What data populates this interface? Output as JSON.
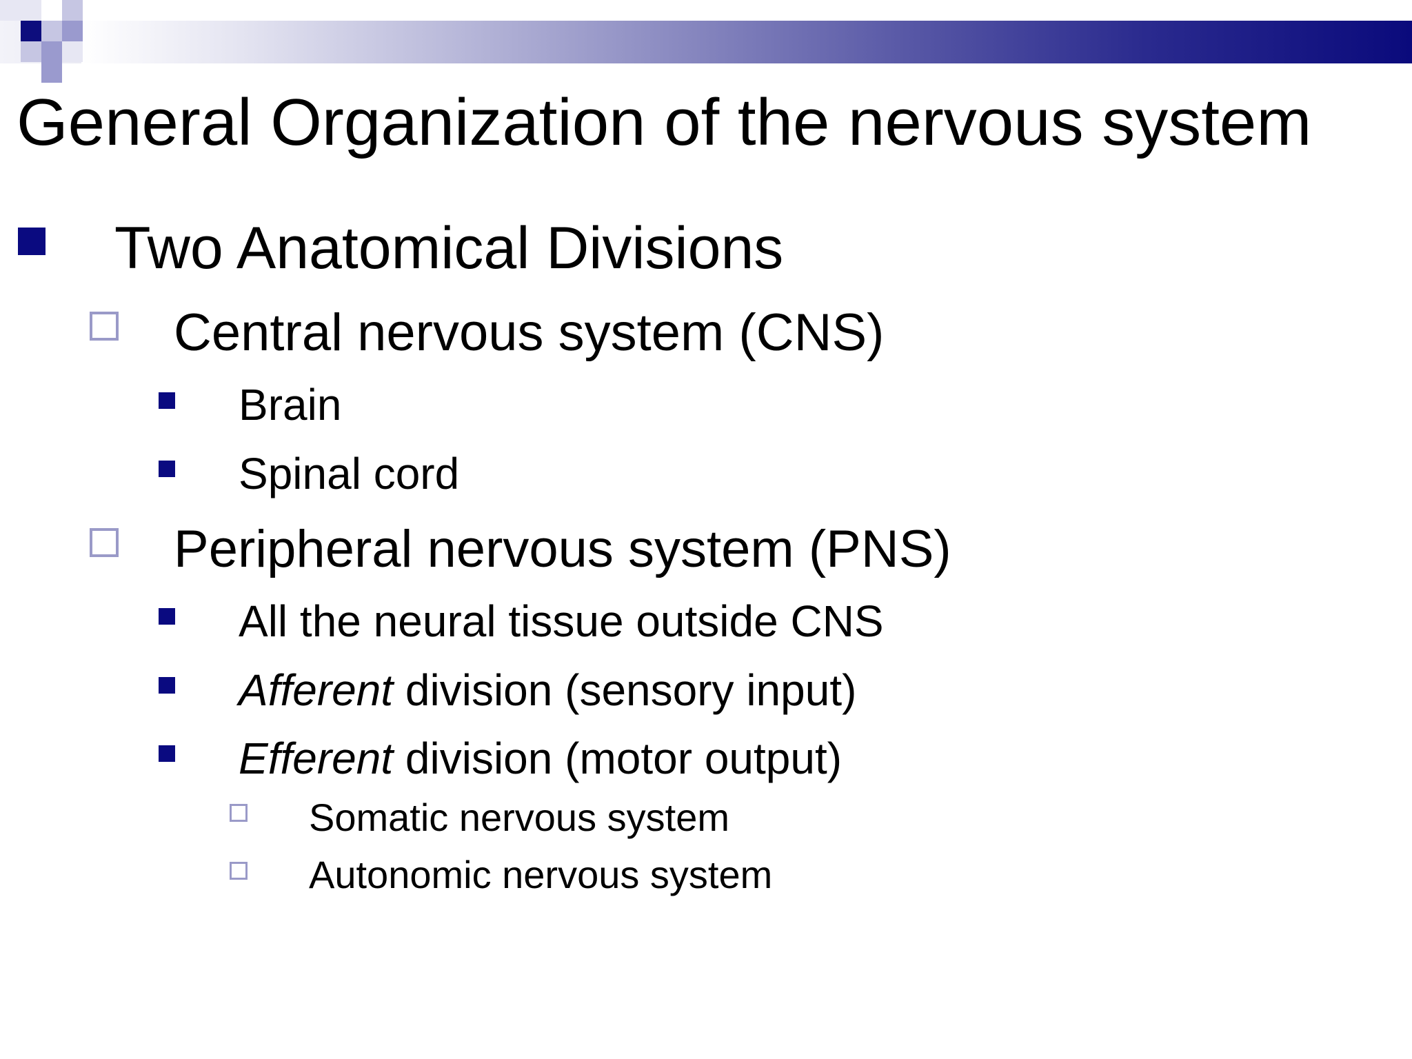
{
  "slide": {
    "title": "General Organization of the nervous system",
    "outline": [
      {
        "level": 1,
        "bullet": "filled-square",
        "text": "Two Anatomical Divisions"
      },
      {
        "level": 2,
        "bullet": "hollow-square",
        "text": "Central nervous system (CNS)"
      },
      {
        "level": 3,
        "bullet": "filled-square",
        "text": "Brain"
      },
      {
        "level": 3,
        "bullet": "filled-square",
        "text": "Spinal cord"
      },
      {
        "level": 2,
        "bullet": "hollow-square",
        "text": "Peripheral nervous system (PNS)"
      },
      {
        "level": 3,
        "bullet": "filled-square",
        "text": "All the neural tissue outside CNS"
      },
      {
        "level": 3,
        "bullet": "filled-square",
        "emphasis": "Afferent",
        "text": " division (sensory input)"
      },
      {
        "level": 3,
        "bullet": "filled-square",
        "emphasis": "Efferent",
        "text": " division (motor output)"
      },
      {
        "level": 4,
        "bullet": "hollow-square",
        "text": "Somatic nervous system"
      },
      {
        "level": 4,
        "bullet": "hollow-square",
        "text": "Autonomic nervous system"
      }
    ]
  },
  "colors": {
    "accent_dark": "#0a0a80",
    "bullet_hollow": "#9a9ac8",
    "text": "#000000",
    "background": "#ffffff"
  }
}
